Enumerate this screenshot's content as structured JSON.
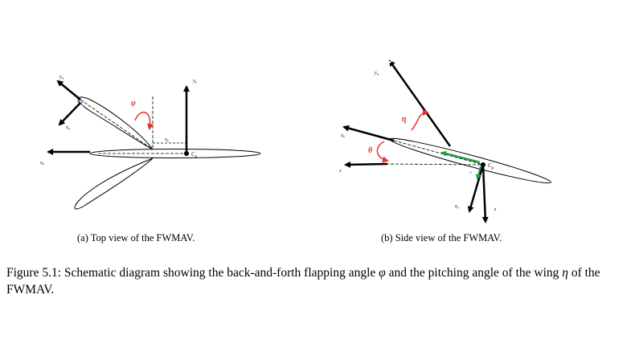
{
  "panels": {
    "top": {
      "caption": "(a) Top view of the FWMAV.",
      "labels": {
        "yw": "y",
        "yw_sub": "w",
        "xw": "x",
        "xw_sub": "w",
        "yb": "y",
        "yb_sub": "b",
        "xb_left": "x",
        "xb_left_sub": "b",
        "xb_mid": "x",
        "xb_mid_sub": "b",
        "phi": "φ",
        "cg": "C",
        "cg_sub": "g"
      }
    },
    "side": {
      "caption": "(b) Side view of the FWMAV.",
      "labels": {
        "yw": "y",
        "yw_sub": "w",
        "xb": "x",
        "xb_sub": "b",
        "x": "x",
        "eta": "η",
        "theta": "θ",
        "zb": "z",
        "zb_sub": "b",
        "z": "z",
        "w": "w",
        "cg": "C",
        "cg_sub": "g"
      }
    }
  },
  "caption": {
    "text_part1": "Figure 5.1: Schematic diagram showing the back-and-forth flapping angle ",
    "phi": "φ",
    "text_part2": " and the pitching angle of the wing ",
    "eta": "η",
    "text_part3": " of the FWMAV."
  },
  "colors": {
    "arc": "#e53030",
    "green": "#22a040",
    "blue": "#3b6fd0",
    "ink": "#000000"
  }
}
